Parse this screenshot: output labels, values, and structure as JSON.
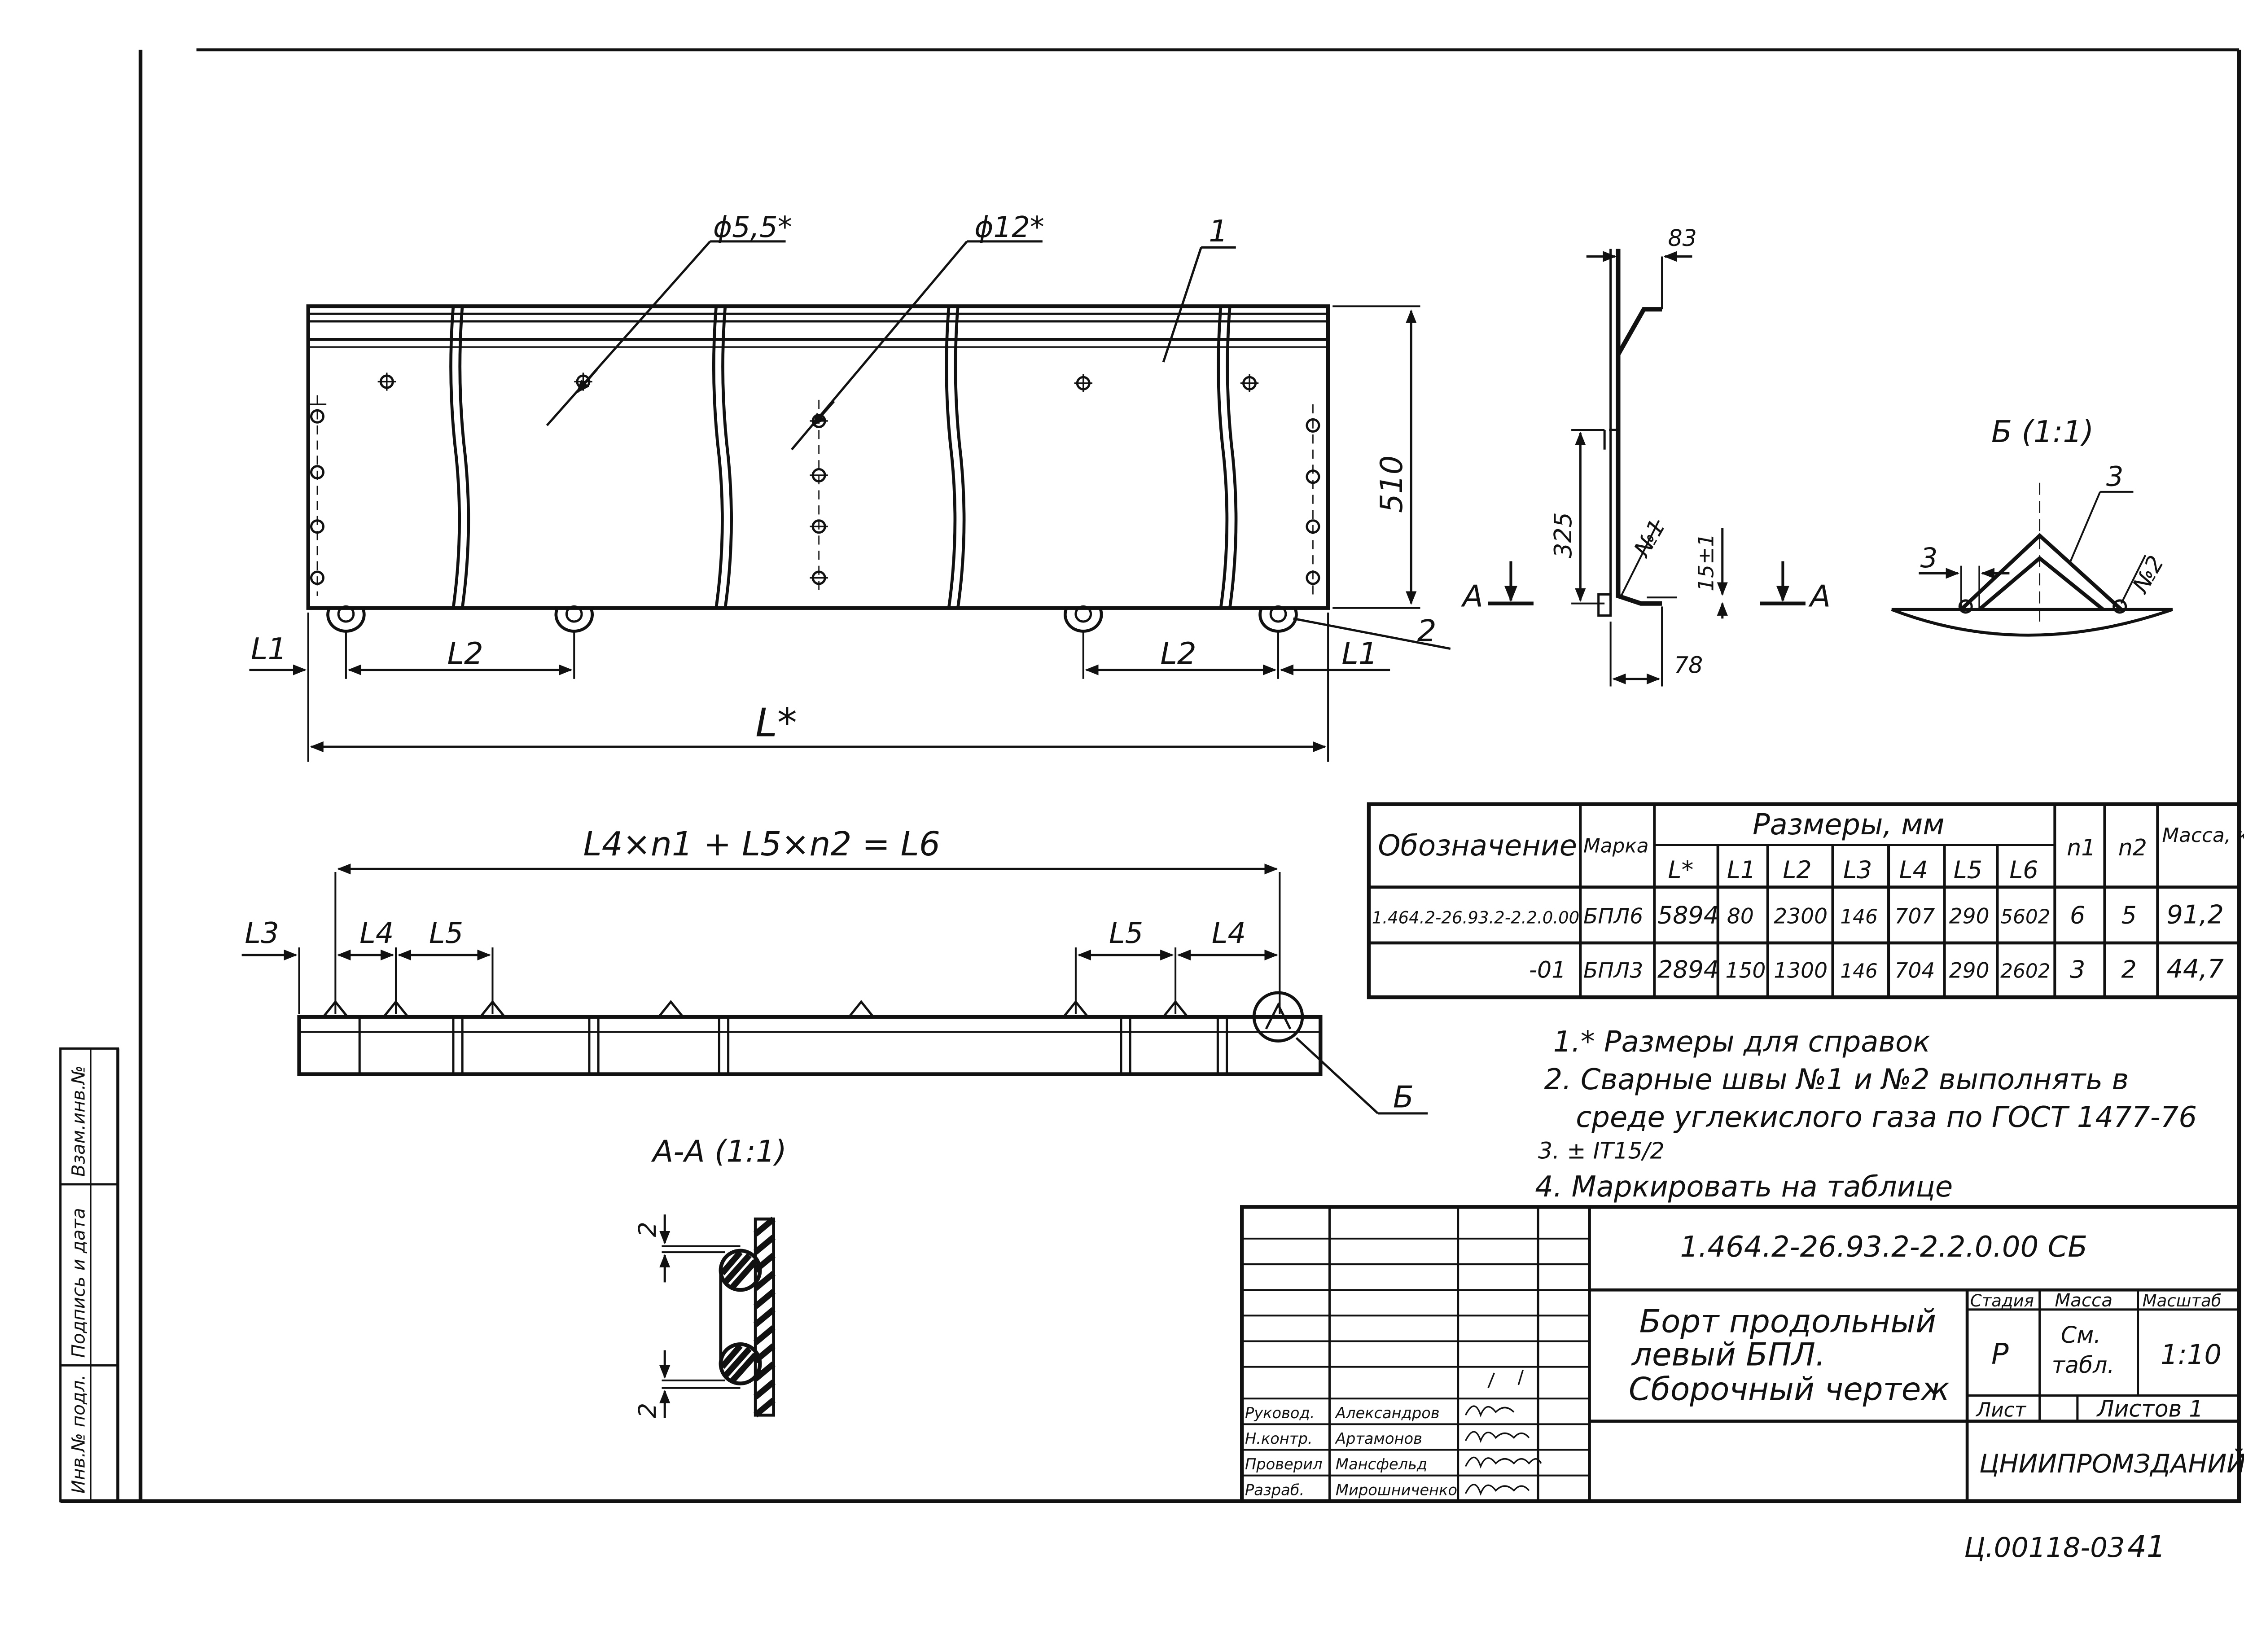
{
  "drawing": {
    "main_view": {
      "callout_hole_small": "ϕ5,5*",
      "callout_hole_large": "ϕ12*",
      "callout_part_1": "1",
      "callout_part_2": "2",
      "dim_height": "510",
      "dim_L1_left": "L1",
      "dim_L2_left": "L2",
      "dim_L2_right": "L2",
      "dim_L1_right": "L1",
      "dim_L_total": "L*"
    },
    "side_view": {
      "dim_83": "83",
      "dim_325": "325",
      "dim_15": "15±1",
      "dim_78": "78",
      "weld_1": "№1",
      "section_left": "A",
      "section_right": "A"
    },
    "detail_b": {
      "title": "Б (1:1)",
      "callout_3_top": "3",
      "callout_3_left": "3",
      "weld_2": "№2"
    },
    "plan_view": {
      "formula": "L4×n1 + L5×n2 = L6",
      "dim_L3": "L3",
      "dim_L4_left": "L4",
      "dim_L5_left": "L5",
      "dim_L5_right": "L5",
      "dim_L4_right": "L4",
      "callout_b": "Б"
    },
    "section_aa": {
      "title": "А-А (1:1)",
      "dim_top": "2",
      "dim_bottom": "2"
    }
  },
  "spec_table": {
    "col_designation": "Обозначение",
    "col_mark": "Марка",
    "col_sizes": "Размеры, мм",
    "col_n1": "n1",
    "col_n2": "n2",
    "col_mass": "Масса, кг",
    "size_headers": [
      "L*",
      "L1",
      "L2",
      "L3",
      "L4",
      "L5",
      "L6"
    ],
    "rows": [
      {
        "designation": "1.464.2-26.93.2-2.2.0.00",
        "mark": "БПЛ6",
        "sizes": [
          "5894",
          "80",
          "2300",
          "146",
          "707",
          "290",
          "5602"
        ],
        "n1": "6",
        "n2": "5",
        "mass": "91,2"
      },
      {
        "designation": "-01",
        "mark": "БПЛ3",
        "sizes": [
          "2894",
          "150",
          "1300",
          "146",
          "704",
          "290",
          "2602"
        ],
        "n1": "3",
        "n2": "2",
        "mass": "44,7"
      }
    ]
  },
  "notes": [
    "1.* Размеры для справок",
    "2. Сварные швы №1 и №2 выполнять в",
    "среде углекислого газа по ГОСТ 1477-76",
    "3. ± IT15/2",
    "4. Маркировать на таблице"
  ],
  "title_block": {
    "code": "1.464.2-26.93.2-2.2.0.00 СБ",
    "title_line1": "Борт продольный",
    "title_line2": "левый БПЛ.",
    "title_line3": "Сборочный чертеж",
    "stage_label": "Стадия",
    "mass_label": "Масса",
    "scale_label": "Масштаб",
    "stage": "Р",
    "mass_line1": "См.",
    "mass_line2": "табл.",
    "scale": "1:10",
    "sheet_label": "Лист",
    "sheets_label": "Листов 1",
    "organization": "ЦНИИПРОМЗДАНИЙ",
    "roles": [
      "Руковод.",
      "Н.контр.",
      "Проверил",
      "Разраб."
    ],
    "names": [
      "Александров",
      "Артамонов",
      "Мансфельд",
      "Мирошниченко"
    ]
  },
  "side_stamp": [
    "Взам.инв.№",
    "Подпись и дата",
    "Инв.№ подл."
  ],
  "footer": {
    "code": "Ц.00118-03",
    "page": "41"
  }
}
